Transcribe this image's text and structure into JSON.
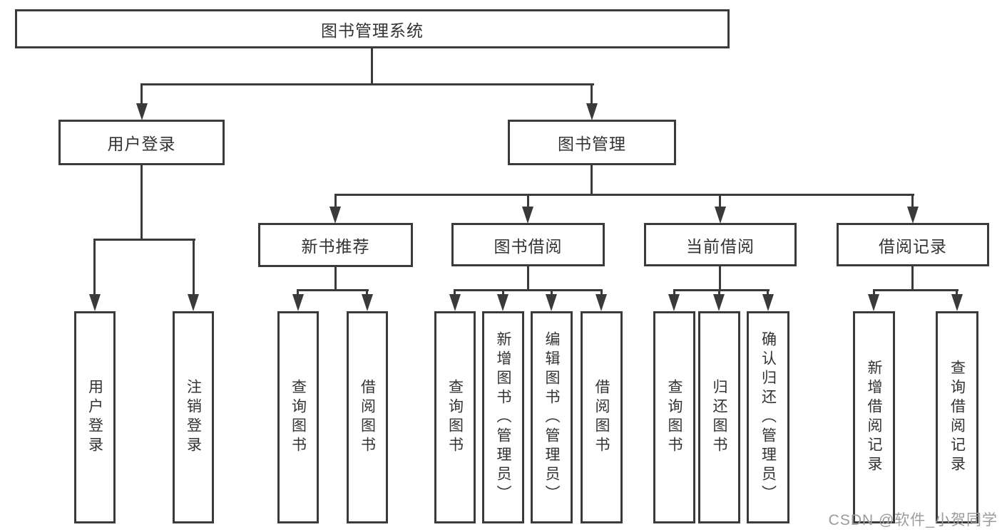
{
  "colors": {
    "line": "#3a3a3a",
    "box_border": "#3a3a3a",
    "text": "#333333",
    "watermark_text": "#9b9b9b",
    "background": "#ffffff"
  },
  "tree": {
    "root": {
      "label": "图书管理系统",
      "children": [
        {
          "label": "用户登录",
          "children": [
            {
              "label": "用户登录"
            },
            {
              "label": "注销登录"
            }
          ]
        },
        {
          "label": "图书管理",
          "children": [
            {
              "label": "新书推荐",
              "children": [
                {
                  "label": "查询图书"
                },
                {
                  "label": "借阅图书"
                }
              ]
            },
            {
              "label": "图书借阅",
              "children": [
                {
                  "label": "查询图书"
                },
                {
                  "label": "新增图书（管理员）"
                },
                {
                  "label": "编辑图书（管理员）"
                },
                {
                  "label": "借阅图书"
                }
              ]
            },
            {
              "label": "当前借阅",
              "children": [
                {
                  "label": "查询图书"
                },
                {
                  "label": "归还图书"
                },
                {
                  "label": "确认归还（管理员）"
                }
              ]
            },
            {
              "label": "借阅记录",
              "children": [
                {
                  "label": "新增借阅记录"
                },
                {
                  "label": "查询借阅记录"
                }
              ]
            }
          ]
        }
      ]
    }
  },
  "watermark": {
    "text": "CSDN @软件_小贺同学"
  }
}
